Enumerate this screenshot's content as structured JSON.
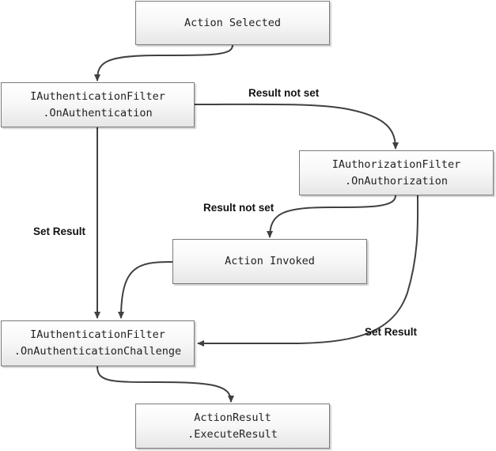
{
  "nodes": {
    "action_selected": {
      "lines": [
        "Action Selected"
      ]
    },
    "authentication": {
      "lines": [
        "IAuthenticationFilter",
        ".OnAuthentication"
      ]
    },
    "authorization": {
      "lines": [
        "IAuthorizationFilter",
        ".OnAuthorization"
      ]
    },
    "action_invoked": {
      "lines": [
        "Action Invoked"
      ]
    },
    "authentication_challenge": {
      "lines": [
        "IAuthenticationFilter",
        ".OnAuthenticationChallenge"
      ]
    },
    "execute_result": {
      "lines": [
        "ActionResult",
        ".ExecuteResult"
      ]
    }
  },
  "edge_labels": {
    "auth_to_authz": "Result not set",
    "authz_to_action": "Result not set",
    "auth_set_result": "Set Result",
    "authz_set_result": "Set Result"
  },
  "colors": {
    "arrow": "#404040",
    "box_border": "#7a7a7a"
  }
}
